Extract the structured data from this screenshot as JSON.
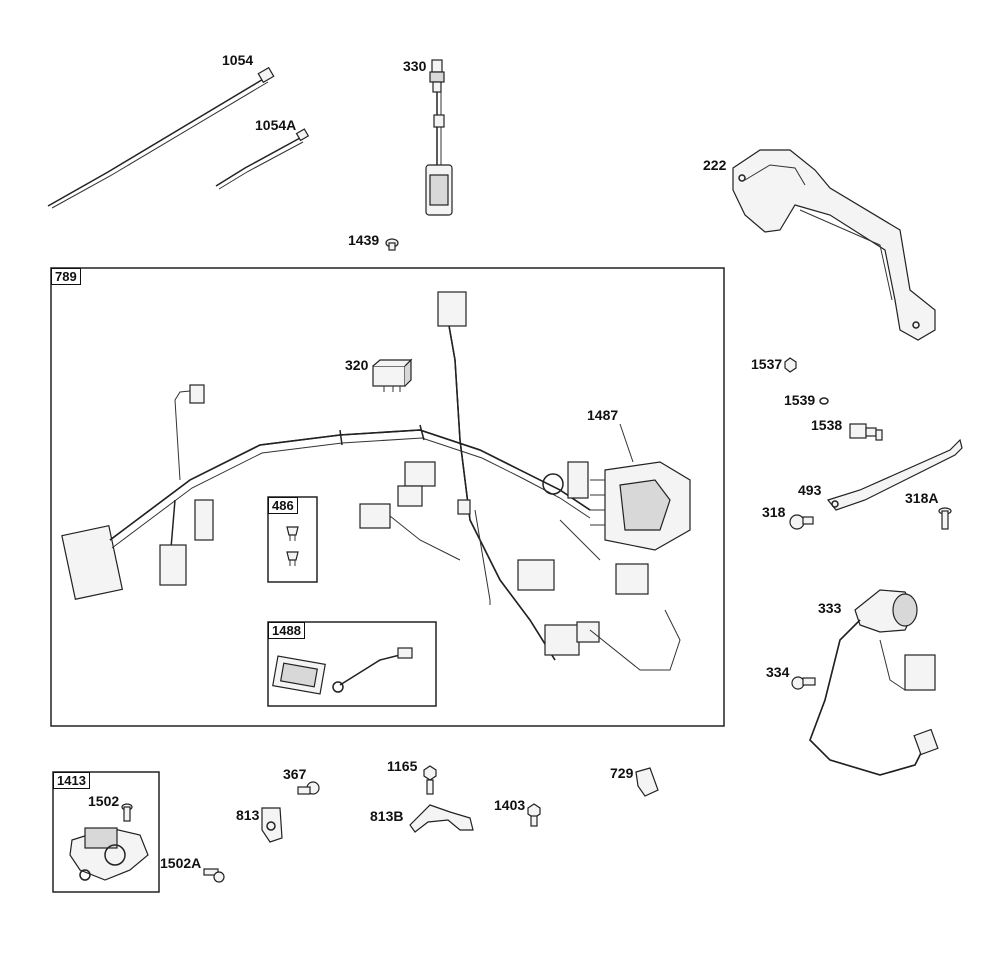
{
  "parts": {
    "p1054": "1054",
    "p1054A": "1054A",
    "p330": "330",
    "p1439": "1439",
    "p222": "222",
    "p789": "789",
    "p320": "320",
    "p1487": "1487",
    "p486": "486",
    "p1488": "1488",
    "p1537": "1537",
    "p1539": "1539",
    "p1538": "1538",
    "p493": "493",
    "p318": "318",
    "p318A": "318A",
    "p333": "333",
    "p334": "334",
    "p1413": "1413",
    "p1502": "1502",
    "p1502A": "1502A",
    "p367": "367",
    "p813": "813",
    "p1165": "1165",
    "p813B": "813B",
    "p1403": "1403",
    "p729": "729"
  }
}
